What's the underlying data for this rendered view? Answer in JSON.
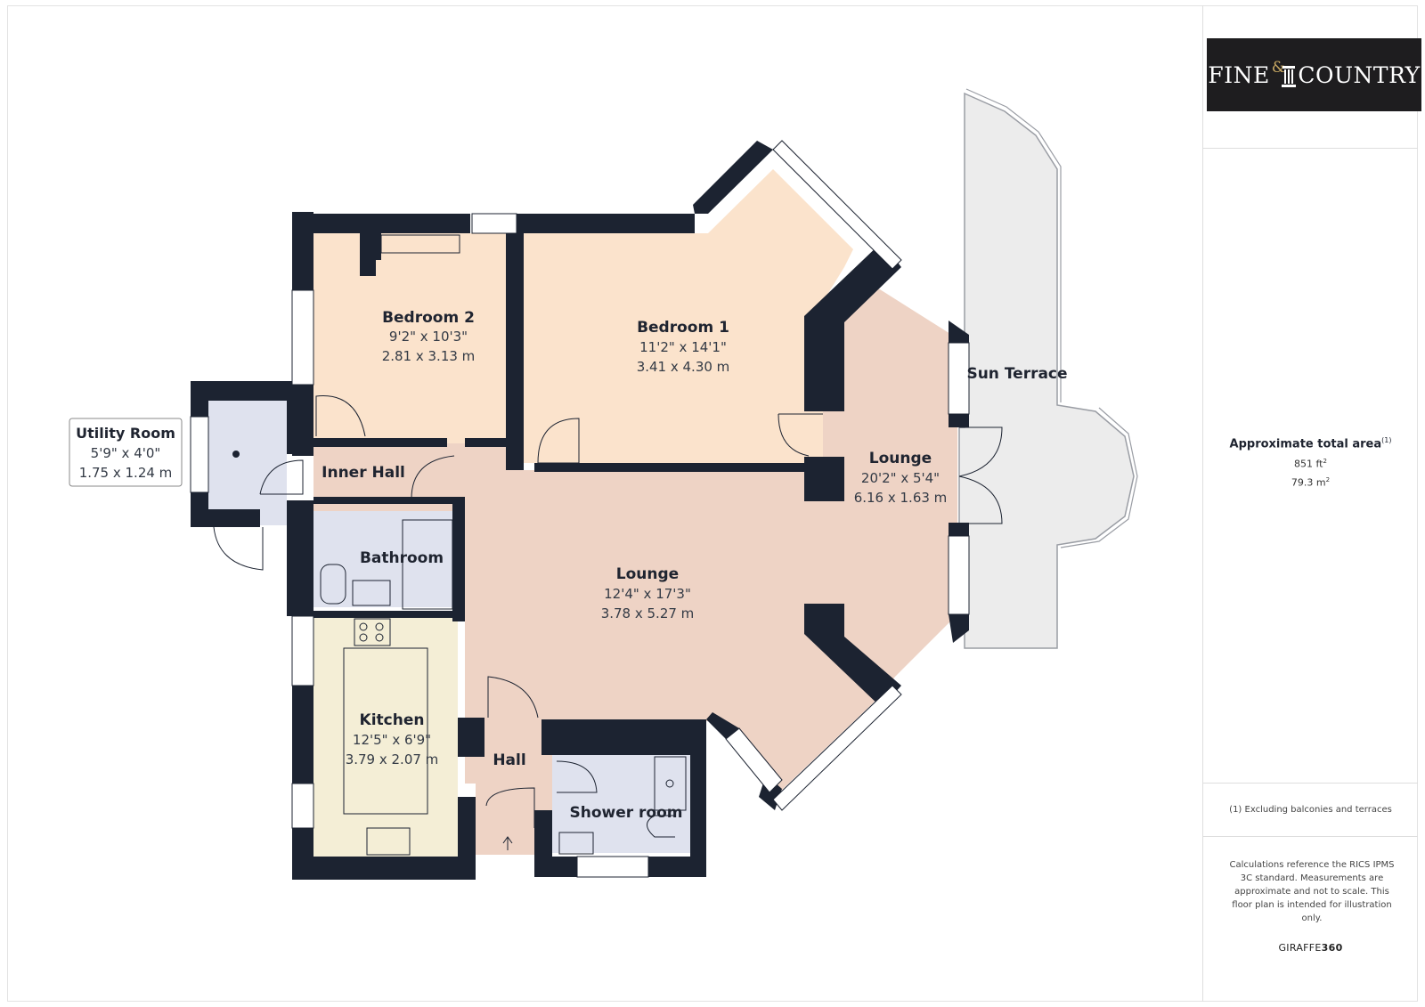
{
  "rooms": {
    "bedroom2": {
      "name": "Bedroom 2",
      "imperial": "9'2\" x 10'3\"",
      "metric": "2.81 x 3.13 m"
    },
    "bedroom1": {
      "name": "Bedroom 1",
      "imperial": "11'2\" x 14'1\"",
      "metric": "3.41 x 4.30 m"
    },
    "lounge_small": {
      "name": "Lounge",
      "imperial": "20'2\" x 5'4\"",
      "metric": "6.16 x 1.63 m"
    },
    "lounge": {
      "name": "Lounge",
      "imperial": "12'4\" x 17'3\"",
      "metric": "3.78 x 5.27 m"
    },
    "utility": {
      "name": "Utility Room",
      "imperial": "5'9\" x 4'0\"",
      "metric": "1.75 x 1.24 m"
    },
    "inner_hall": {
      "name": "Inner Hall"
    },
    "bathroom": {
      "name": "Bathroom"
    },
    "kitchen": {
      "name": "Kitchen",
      "imperial": "12'5\" x 6'9\"",
      "metric": "3.79 x 2.07 m"
    },
    "hall": {
      "name": "Hall"
    },
    "shower": {
      "name": "Shower room"
    },
    "sun_terrace": {
      "name": "Sun Terrace"
    }
  },
  "colors": {
    "wall": "#1c2331",
    "bedroom": "#fbe3cc",
    "lounge": "#eed3c5",
    "wet_room": "#dfe2ee",
    "kitchen": "#f4eed6",
    "terrace": "#ececec"
  },
  "brand": {
    "fine": "FINE",
    "amp": "&",
    "country": "COUNTRY"
  },
  "area": {
    "title": "Approximate total area",
    "note_marker": "(1)",
    "sqft_value": "851 ft",
    "sqft_unit": "2",
    "sqm_value": "79.3 m",
    "sqm_unit": "2"
  },
  "footnote": "(1) Excluding balconies and terraces",
  "disclaimer": "Calculations reference the RICS IPMS 3C standard. Measurements are approximate and not to scale. This floor plan is intended for illustration only.",
  "credit": {
    "prefix": "GIRAFFE",
    "suffix": "360"
  }
}
